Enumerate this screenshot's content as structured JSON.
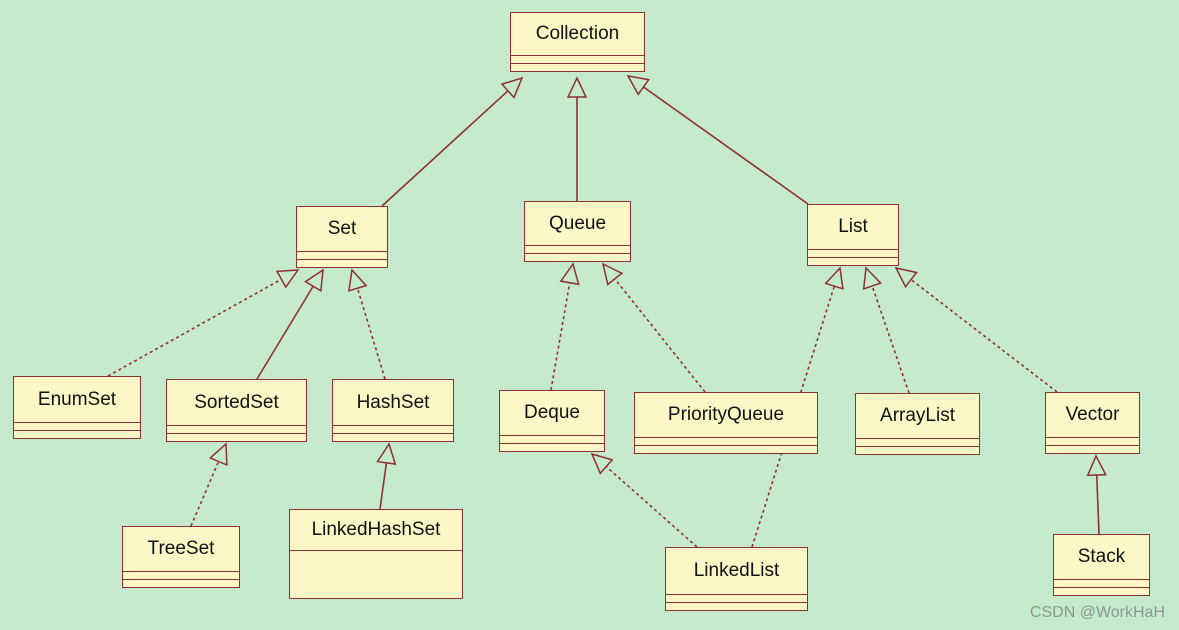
{
  "classes": {
    "collection": "Collection",
    "set": "Set",
    "queue": "Queue",
    "list": "List",
    "enumset": "EnumSet",
    "sortedset": "SortedSet",
    "hashset": "HashSet",
    "deque": "Deque",
    "priorityqueue": "PriorityQueue",
    "arraylist": "ArrayList",
    "vector": "Vector",
    "treeset": "TreeSet",
    "linkedhashset": "LinkedHashSet",
    "linkedlist": "LinkedList",
    "stack": "Stack"
  },
  "relations": [
    {
      "from": "set",
      "to": "collection",
      "kind": "generalization"
    },
    {
      "from": "queue",
      "to": "collection",
      "kind": "generalization"
    },
    {
      "from": "list",
      "to": "collection",
      "kind": "generalization"
    },
    {
      "from": "enumset",
      "to": "set",
      "kind": "realization"
    },
    {
      "from": "sortedset",
      "to": "set",
      "kind": "generalization"
    },
    {
      "from": "hashset",
      "to": "set",
      "kind": "realization"
    },
    {
      "from": "deque",
      "to": "queue",
      "kind": "realization"
    },
    {
      "from": "priorityqueue",
      "to": "queue",
      "kind": "realization"
    },
    {
      "from": "linkedlist",
      "to": "list",
      "kind": "realization"
    },
    {
      "from": "arraylist",
      "to": "list",
      "kind": "realization"
    },
    {
      "from": "vector",
      "to": "list",
      "kind": "realization"
    },
    {
      "from": "treeset",
      "to": "sortedset",
      "kind": "realization"
    },
    {
      "from": "linkedhashset",
      "to": "hashset",
      "kind": "generalization"
    },
    {
      "from": "linkedlist",
      "to": "deque",
      "kind": "realization"
    },
    {
      "from": "stack",
      "to": "vector",
      "kind": "generalization"
    }
  ],
  "colors": {
    "background": "#c5ebcc",
    "box_fill": "#fdf7c8",
    "line": "#8e2f38"
  },
  "watermark": "CSDN @WorkHaH"
}
